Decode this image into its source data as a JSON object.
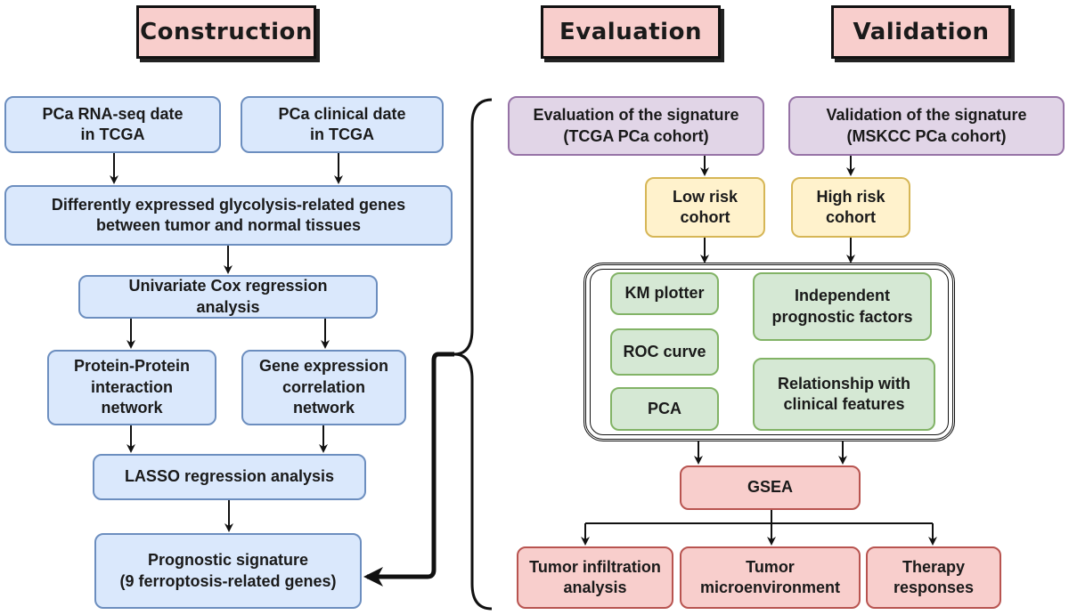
{
  "headers": {
    "construction": "Construction",
    "evaluation": "Evaluation",
    "validation": "Validation"
  },
  "construction": {
    "rnaseq": "PCa RNA-seq date\nin TCGA",
    "clinical": "PCa clinical date\nin TCGA",
    "degs": "Differently expressed glycolysis-related genes\nbetween tumor and normal tissues",
    "univariate": "Univariate Cox regression\nanalysis",
    "ppi": "Protein-Protein\ninteraction\nnetwork",
    "coexpr": "Gene expression\ncorrelation\nnetwork",
    "lasso": "LASSO regression analysis",
    "signature": "Prognostic signature\n(9 ferroptosis-related genes)"
  },
  "evaluation": {
    "eval_signature": "Evaluation of the signature\n(TCGA PCa cohort)",
    "valid_signature": "Validation of the signature\n(MSKCC PCa cohort)",
    "low_risk": "Low risk\ncohort",
    "high_risk": "High risk\ncohort",
    "km": "KM plotter",
    "roc": "ROC curve",
    "pca": "PCA",
    "independent": "Independent\nprognostic factors",
    "relationship": "Relationship with\nclinical features",
    "gsea": "GSEA",
    "tumor_infiltration": "Tumor infiltration\nanalysis",
    "tumor_micro": "Tumor\nmicroenvironment",
    "therapy": "Therapy\nresponses"
  },
  "colors": {
    "blue_fill": "#dae8fc",
    "purple_fill": "#e1d5e7",
    "yellow_fill": "#fff2cc",
    "green_fill": "#d5e8d4",
    "red_fill": "#f8cecc"
  }
}
